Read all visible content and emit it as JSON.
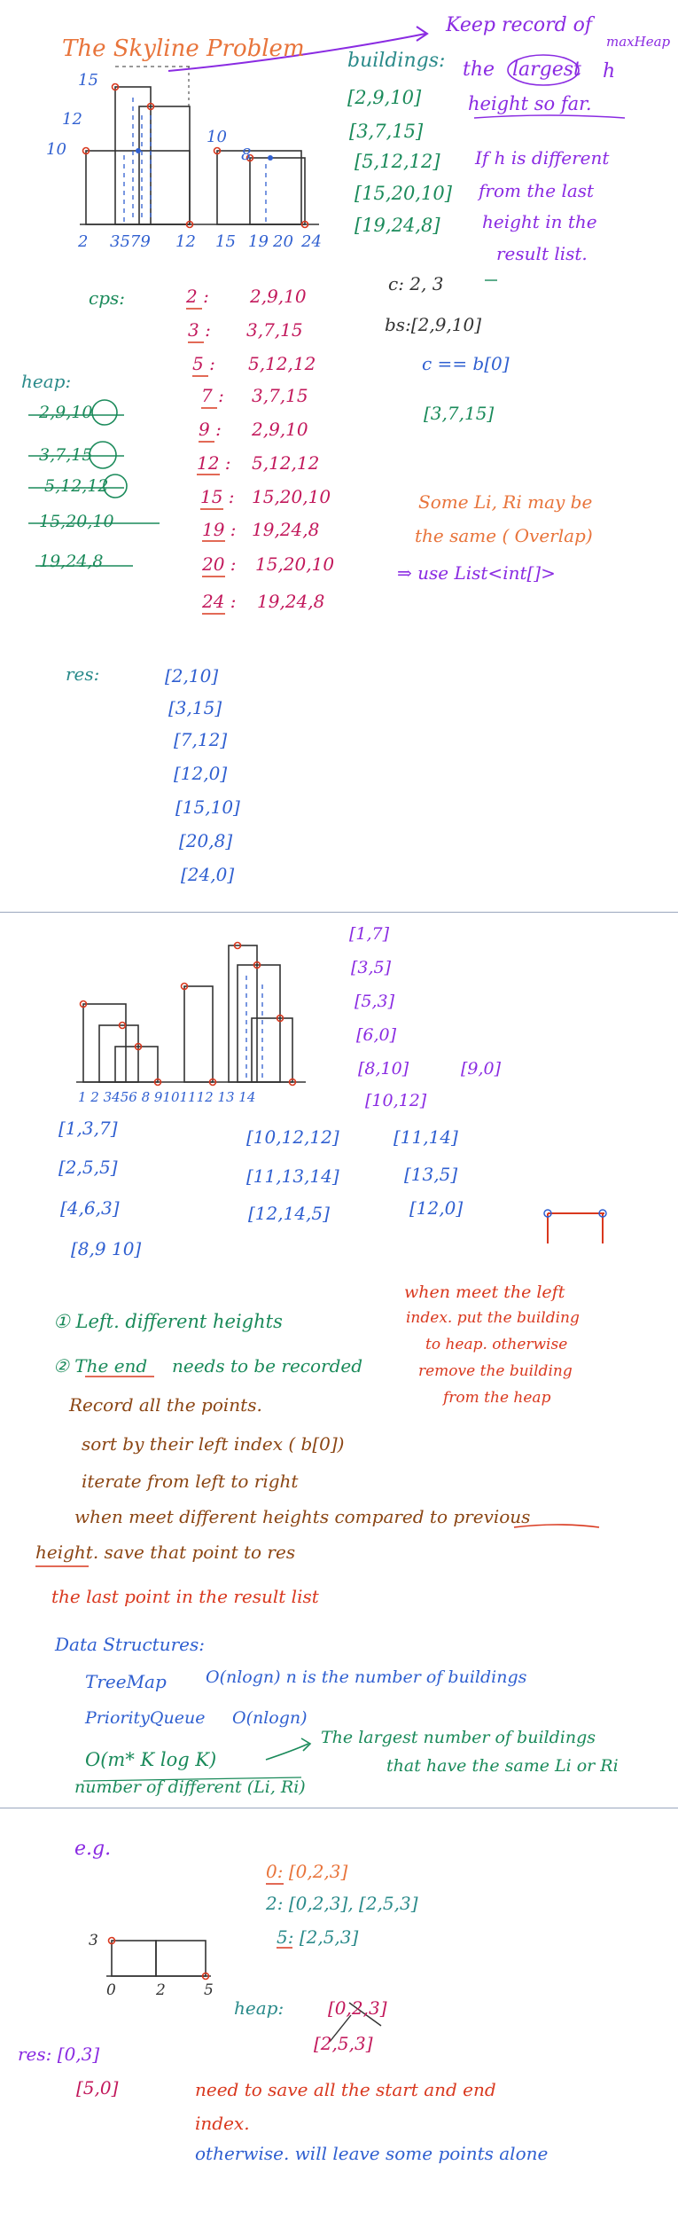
{
  "section1": {
    "title": "The Skyline Problem",
    "note_heap": [
      "Keep record of",
      "maxHeap"
    ],
    "buildings_label": "buildings:",
    "largest_note": [
      "the",
      "largest",
      "h",
      "height so far."
    ],
    "buildings": [
      "[2,9,10]",
      "[3,7,15]",
      "[5,12,12]",
      "[15,20,10]",
      "[19,24,8]"
    ],
    "diff_note": [
      "If h is different",
      "from the last",
      "height in the",
      "result list."
    ],
    "y_labels": [
      "15",
      "12",
      "10",
      "10",
      "8"
    ],
    "x_labels": [
      "2",
      "3579",
      "12",
      "15",
      "19",
      "20",
      "24"
    ],
    "cps_label": "cps:",
    "cps_keys": [
      "2",
      "3",
      "5",
      "7",
      "9",
      "12",
      "15",
      "19",
      "20",
      "24"
    ],
    "cps_vals": [
      "2,9,10",
      "3,7,15",
      "5,12,12",
      "3,7,15",
      "2,9,10",
      "5,12,12",
      "15,20,10",
      "19,24,8",
      "15,20,10",
      "19,24,8"
    ],
    "heap_label": "heap:",
    "heap_items": [
      "2,9,10",
      "3,7,15",
      "5,12,12",
      "15,20,10",
      "19,24,8"
    ],
    "side_calc": [
      "c: 2, 3",
      "bs:[2,9,10]",
      "c == b[0]",
      "[3,7,15]"
    ],
    "overlap_note": [
      "Some Li, Ri may be",
      "the same ( Overlap)"
    ],
    "use_note": "⇒ use  List<int[]>",
    "res_label": "res:",
    "res_items": [
      "[2,10]",
      "[3,15]",
      "[7,12]",
      "[12,0]",
      "[15,10]",
      "[20,8]",
      "[24,0]"
    ]
  },
  "section2": {
    "right_list": [
      "[1,7]",
      "[3,5]",
      "[5,3]",
      "[6,0]",
      "[8,10]",
      "[9,0]",
      "[10,12]"
    ],
    "x_labels": "1 2 3456 8 9101112 13 14",
    "triples_left": [
      "[1,3,7]",
      "[2,5,5]",
      "[4,6,3]",
      "[8,9 10]"
    ],
    "triples_mid": [
      "[10,12,12]",
      "[11,13,14]",
      "[12,14,5]"
    ],
    "pairs_right": [
      "[11,14]",
      "[13,5]",
      "[12,0]"
    ],
    "point1": "① Left. different heights",
    "point2a": "② The end",
    "point2b": "needs to be recorded",
    "left_note": [
      "when meet the left",
      "index. put the building",
      "to heap. otherwise",
      "remove the building",
      "from the heap"
    ],
    "record": "Record all the points.",
    "sort": "sort by their left index ( b[0])",
    "iterate": "iterate from left to right",
    "meet1": "when meet different heights compared to previous",
    "meet2": "height. save that point to res",
    "last_point": "the last point in the result list",
    "ds_label": "Data Structures:",
    "treemap": "TreeMap",
    "treemap_cost": "O(nlogn) n is the number of buildings",
    "pq": "PriorityQueue",
    "pq_cost": "O(nlogn)",
    "mk": "O(m* K log K)",
    "mk_note": [
      "The largest number of buildings",
      "that have the same Li or Ri"
    ],
    "m_note": "number of different (Li, Ri)"
  },
  "section3": {
    "eg": "e.g.",
    "map_lines": [
      "0: [0,2,3]",
      "2: [0,2,3], [2,5,3]",
      "5: [2,5,3]"
    ],
    "y_label": "3",
    "x_labels": [
      "0",
      "2",
      "5"
    ],
    "heap_label": "heap:",
    "heap_items": [
      "[0,2,3]",
      "[2,5,3]"
    ],
    "res_label": "res:",
    "res_items": [
      "[0,3]",
      "[5,0]"
    ],
    "need_note": [
      "need to save all the start and end",
      "index."
    ],
    "otherwise": "otherwise. will leave some points alone"
  }
}
